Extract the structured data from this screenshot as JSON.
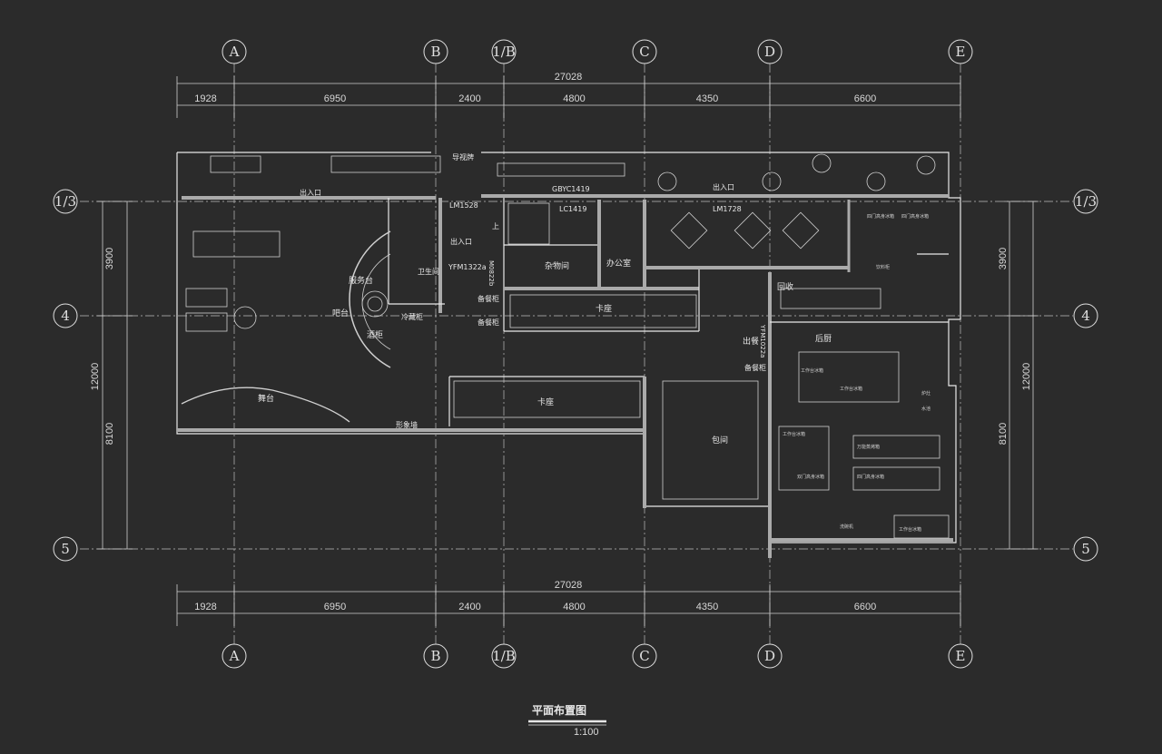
{
  "columns": {
    "labels": [
      "A",
      "B",
      "1/B",
      "C",
      "D",
      "E"
    ]
  },
  "rows": {
    "labels": [
      "1/3",
      "4",
      "5"
    ]
  },
  "dimensions": {
    "total_horizontal": "27028",
    "horizontal_segments": [
      "1928",
      "6950",
      "2400",
      "4800",
      "4350",
      "6600"
    ],
    "total_vertical": "12000",
    "vertical_segments_right": [
      "3900",
      "8100"
    ],
    "vertical_segments_left": [
      "3900",
      "8100"
    ]
  },
  "rooms": {
    "entrance_left": "出入口",
    "entrance_mid": "出入口",
    "entrance_right": "出入口",
    "guide_sign": "导视牌",
    "gbyc": "GBYC1419",
    "lc": "LC1419",
    "lm1528": "LM1528",
    "lm1728": "LM1728",
    "stair_up": "上",
    "storage": "杂物间",
    "office": "办公室",
    "service_desk": "服务台",
    "restroom": "卫生间",
    "door_yfm": "YFM1322a",
    "bar": "吧台",
    "fridge": "冷藏柜",
    "wine_cabinet": "酒柜",
    "pantry1": "备餐柜",
    "pantry2": "备餐柜",
    "booth_top": "卡座",
    "booth_bottom": "卡座",
    "stage": "舞台",
    "image_wall": "形象墙",
    "recycle": "回收",
    "back_kitchen": "后厨",
    "serving": "出餐",
    "pantry3": "备餐柜",
    "private_room": "包间",
    "door_yfm2": "YFM1022a",
    "door_8225": "M0822b"
  },
  "kitchen_labels": {
    "freezer1": "四门高身冰箱",
    "freezer2": "四门高身冰箱",
    "workbench_fridge1": "工作台冰箱",
    "workbench_fridge2": "工作台冰箱",
    "workbench_fridge3": "工作台冰箱",
    "double_freezer": "双门高身冰箱",
    "worktable": "工作台冰箱",
    "four_door": "四门高身冰箱",
    "stove": "炉灶",
    "sink": "水池",
    "drinks": "饮料柜",
    "dish": "洗碗机",
    "other": "万能蒸烤箱"
  },
  "title": {
    "name": "平面布置图",
    "scale": "1:100"
  }
}
